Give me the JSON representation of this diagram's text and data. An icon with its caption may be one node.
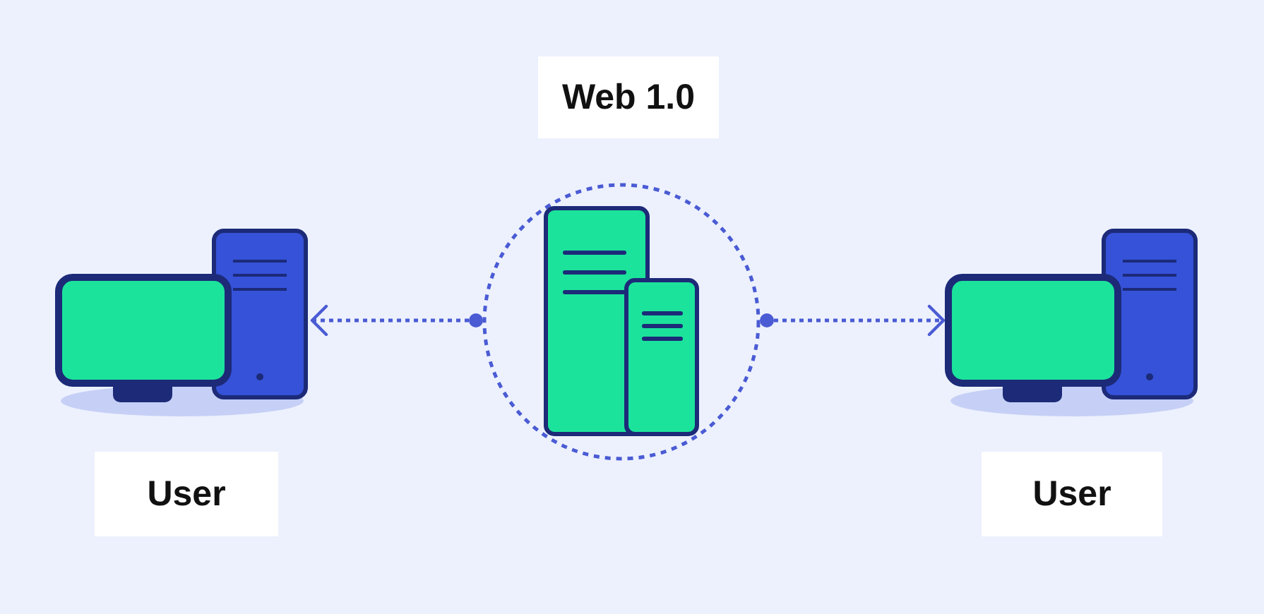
{
  "diagram": {
    "nodes": [
      {
        "text": [
          "Web 1.0"
        ]
      },
      {
        "text": [],
        "shape": "picture"
      },
      {
        "text": [],
        "shape": "circle"
      },
      {
        "text": [],
        "shape": "picture"
      },
      {
        "text": [
          "User"
        ]
      },
      {
        "text": [
          "User"
        ]
      }
    ],
    "edges": [
      {
        "from": 2,
        "to": 1,
        "arrow": "to",
        "style": "dashed"
      },
      {
        "from": 2,
        "to": 3,
        "arrow": "to",
        "style": "dashed"
      }
    ]
  }
}
